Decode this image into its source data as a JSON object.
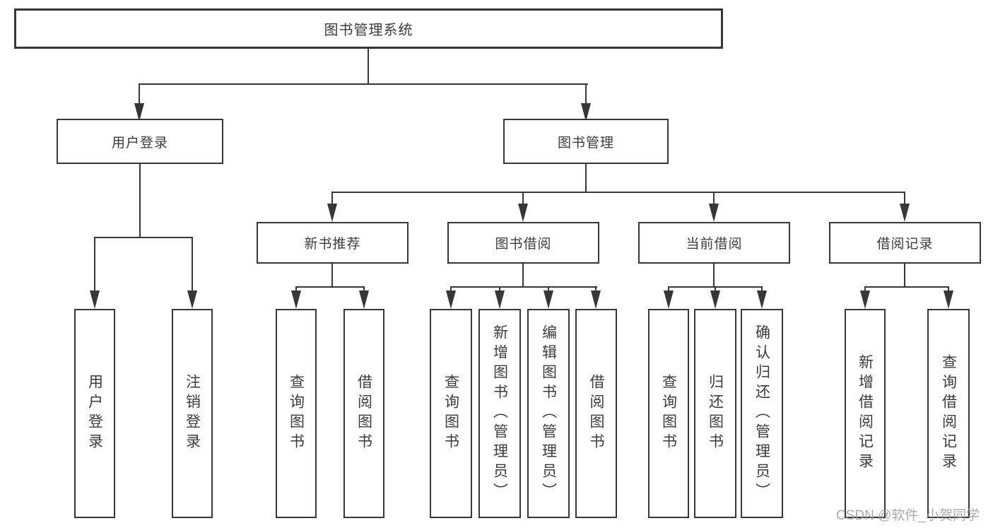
{
  "tree": {
    "root": "图书管理系统",
    "branches": [
      {
        "label": "用户登录",
        "leaves": [
          "用户登录",
          "注销登录"
        ]
      },
      {
        "label": "图书管理",
        "groups": [
          {
            "label": "新书推荐",
            "leaves": [
              "查询图书",
              "借阅图书"
            ]
          },
          {
            "label": "图书借阅",
            "leaves": [
              "查询图书",
              "新增图书（管理员）",
              "编辑图书（管理员）",
              "借阅图书"
            ]
          },
          {
            "label": "当前借阅",
            "leaves": [
              "查询图书",
              "归还图书",
              "确认归还（管理员）"
            ]
          },
          {
            "label": "借阅记录",
            "leaves": [
              "新增借阅记录",
              "查询借阅记录"
            ]
          }
        ]
      }
    ]
  },
  "colors": {
    "line": "#373737",
    "text": "#3c3c3c",
    "watermark": "#9c9c9c"
  },
  "watermark": "CSDN @软件_小贺同学"
}
